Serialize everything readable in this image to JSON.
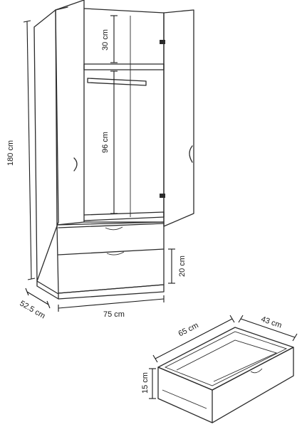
{
  "wardrobe": {
    "height_label": "180 cm",
    "depth_label": "52.5 cm",
    "width_label": "75 cm",
    "top_shelf_label": "30 cm",
    "hanging_label": "96 cm",
    "drawer_label": "20 cm"
  },
  "drawer_detail": {
    "length_label": "65 cm",
    "depth_label": "43 cm",
    "height_label": "15 cm"
  }
}
